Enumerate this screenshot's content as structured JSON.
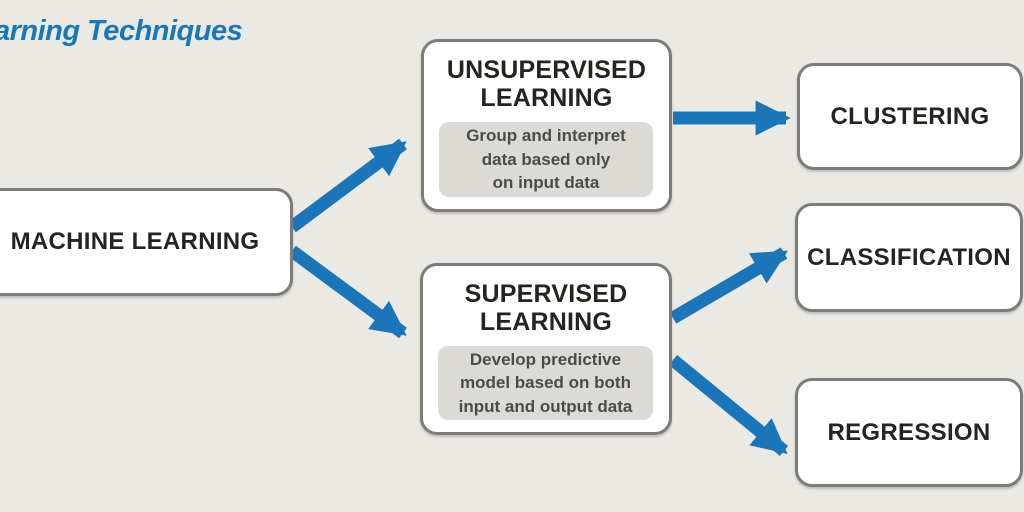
{
  "title": "arning Techniques",
  "colors": {
    "background": "#ebe9e4",
    "title_blue": "#1878b8",
    "accent_blue": "#1b76b9",
    "box_fill": "#ffffff",
    "box_border": "#7e7c79",
    "heading_text": "#27231f",
    "panel_fill": "#dcdad4",
    "panel_text": "#4b4b4d"
  },
  "nodes": {
    "machine_learning": {
      "label": "MACHINE LEARNING"
    },
    "unsupervised": {
      "title_line1": "UNSUPERVISED",
      "title_line2": "LEARNING",
      "desc_lines": [
        "Group and interpret",
        "data based only",
        "on input data"
      ]
    },
    "supervised": {
      "title_line1": "SUPERVISED",
      "title_line2": "LEARNING",
      "desc_lines": [
        "Develop predictive",
        "model based on both",
        "input and output data"
      ]
    },
    "clustering": {
      "label": "CLUSTERING"
    },
    "classification": {
      "label": "CLASSIFICATION"
    },
    "regression": {
      "label": "REGRESSION"
    }
  },
  "edges": [
    {
      "from": "machine_learning",
      "to": "unsupervised"
    },
    {
      "from": "machine_learning",
      "to": "supervised"
    },
    {
      "from": "unsupervised",
      "to": "clustering"
    },
    {
      "from": "supervised",
      "to": "classification"
    },
    {
      "from": "supervised",
      "to": "regression"
    }
  ]
}
